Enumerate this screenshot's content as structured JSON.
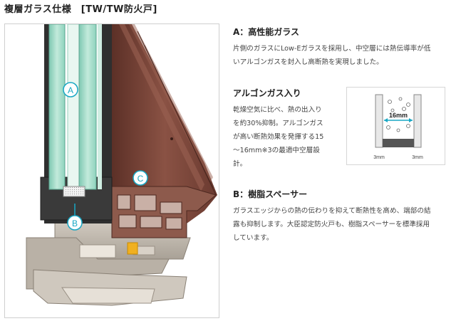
{
  "page_title": "複層ガラス仕様　[TW/TW防火戸]",
  "figure": {
    "label_a": "A",
    "label_b": "B",
    "label_c": "C",
    "colors": {
      "glass": "#9ed8c5",
      "wood": "#7a463a",
      "frame": "#c0b8ad",
      "callout": "#18a7c4",
      "spacer": "#f0b020"
    }
  },
  "section_a": {
    "title": "A：高性能ガラス",
    "body": [
      "片側のガラスにLow-Eガラスを採用し、中空層には熱伝導率が低",
      "いアルゴンガスを封入し高断熱を実現しました。"
    ]
  },
  "section_argon": {
    "title": "アルゴンガス入り",
    "body": [
      "乾燥空気に比べ、熱の出入り",
      "を約30%抑制。アルゴンガス",
      "が高い断熱効果を発揮する15",
      "～16mm※3の最適中空層設",
      "計。"
    ]
  },
  "diagram": {
    "gap_label": "16mm",
    "left_thickness": "3mm",
    "right_thickness": "3mm"
  },
  "section_b": {
    "title": "B：樹脂スペーサー",
    "body": [
      "ガラスエッジからの熱の伝わりを抑えて断熱性を高め、端部の結",
      "露も抑制します。大臣認定防火戸も、樹脂スペーサーを標準採用",
      "しています。"
    ]
  }
}
